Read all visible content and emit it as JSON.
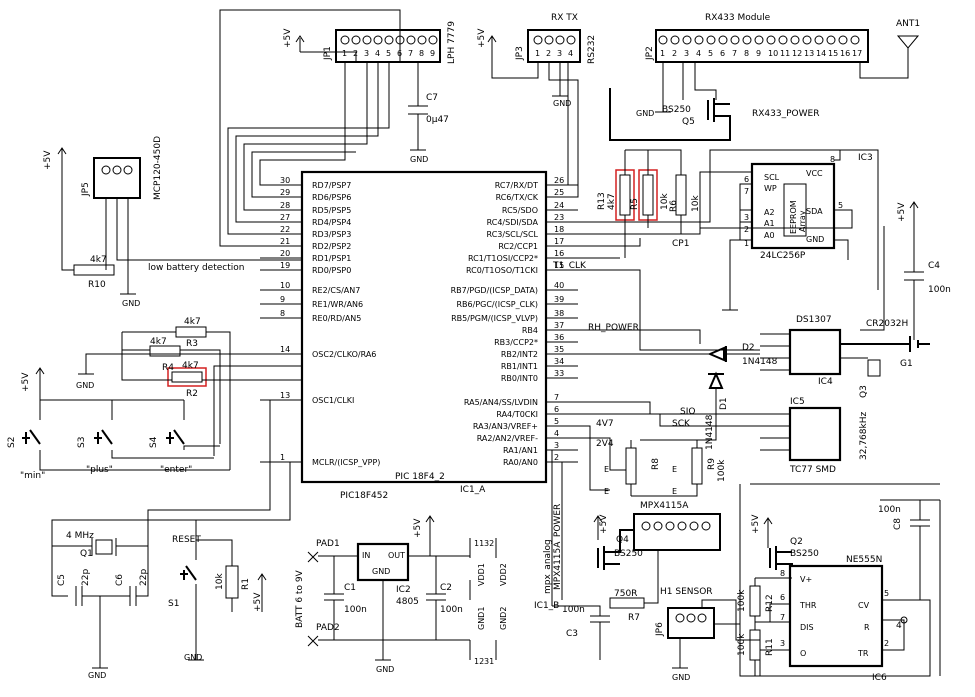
{
  "ic1": {
    "name": "IC1_A",
    "part": "PIC18F452",
    "part_inner": "PIC 18F4_2",
    "left_pins": [
      {
        "num": "30",
        "name": "RD7/PSP7"
      },
      {
        "num": "29",
        "name": "RD6/PSP6"
      },
      {
        "num": "28",
        "name": "RD5/PSP5"
      },
      {
        "num": "27",
        "name": "RD4/PSP4"
      },
      {
        "num": "22",
        "name": "RD3/PSP3"
      },
      {
        "num": "21",
        "name": "RD2/PSP2"
      },
      {
        "num": "20",
        "name": "RD1/PSP1"
      },
      {
        "num": "19",
        "name": "RD0/PSP0"
      },
      {
        "num": "10",
        "name": "RE2/CS/AN7"
      },
      {
        "num": "9",
        "name": "RE1/WR/AN6"
      },
      {
        "num": "8",
        "name": "RE0/RD/AN5"
      },
      {
        "num": "14",
        "name": "OSC2/CLKO/RA6"
      },
      {
        "num": "13",
        "name": "OSC1/CLKI"
      },
      {
        "num": "1",
        "name": "MCLR/(ICSP_VPP)"
      }
    ],
    "right_pins": [
      {
        "num": "26",
        "name": "RC7/RX/DT"
      },
      {
        "num": "25",
        "name": "RC6/TX/CK"
      },
      {
        "num": "24",
        "name": "RC5/SDO"
      },
      {
        "num": "23",
        "name": "RC4/SDI/SDA"
      },
      {
        "num": "18",
        "name": "RC3/SCL/SCL"
      },
      {
        "num": "17",
        "name": "RC2/CCP1"
      },
      {
        "num": "16",
        "name": "RC1/T1OSI/CCP2*"
      },
      {
        "num": "15",
        "name": "RC0/T1OSO/T1CKI"
      },
      {
        "num": "40",
        "name": "RB7/PGD/(ICSP_DATA)"
      },
      {
        "num": "39",
        "name": "RB6/PGC/(ICSP_CLK)"
      },
      {
        "num": "38",
        "name": "RB5/PGM/(ICSP_VLVP)"
      },
      {
        "num": "37",
        "name": "RB4"
      },
      {
        "num": "36",
        "name": "RB3/CCP2*"
      },
      {
        "num": "35",
        "name": "RB2/INT2"
      },
      {
        "num": "34",
        "name": "RB1/INT1"
      },
      {
        "num": "33",
        "name": "RB0/INT0"
      },
      {
        "num": "7",
        "name": "RA5/AN4/SS/LVDIN"
      },
      {
        "num": "6",
        "name": "RA4/T0CKI"
      },
      {
        "num": "5",
        "name": "RA3/AN3/VREF+"
      },
      {
        "num": "4",
        "name": "RA2/AN2/VREF-"
      },
      {
        "num": "3",
        "name": "RA1/AN1"
      },
      {
        "num": "2",
        "name": "RA0/AN0"
      }
    ]
  },
  "labels": {
    "jp1": "JP1",
    "jp1_part": "LPH 7779",
    "jp2": "JP2",
    "jp2_part": "RX433 Module",
    "jp3": "JP3",
    "jp3_part": "RS232",
    "rx_tx": "RX   TX",
    "jp5": "JP5",
    "jp5_part": "MCP120-450D",
    "jp6": "JP6",
    "sensor": "H1 SENSOR",
    "ant": "ANT1",
    "c7": "C7",
    "c7_val": "0μ47",
    "q5_part": "BS250",
    "q5": "Q5",
    "rx433_power": "RX433_POWER",
    "ic3": "IC3",
    "ic3_part": "24LC256P",
    "eeprom": "EEPROM",
    "array": "Array",
    "scl": "SCL",
    "wp": "WP",
    "a2": "A2",
    "a1": "A1",
    "a0": "A0",
    "vcc": "VCC",
    "sda": "SDA",
    "gnd": "GND",
    "r13": "R13",
    "r13_val": "4k7",
    "r5": "R5",
    "r5_val": "10k",
    "r6": "R6",
    "r6_val": "10k",
    "r10": "R10",
    "r10_val": "4k7",
    "low_batt": "low battery detection",
    "r3": "R3",
    "r3_val": "4k7",
    "r2": "R2",
    "r2_val": "4k7",
    "r4": "R4",
    "r4_val": "4k7",
    "cp1": "CP1",
    "t1_clk": "T1_CLK",
    "rh_power": "RH_POWER",
    "ds1307": "DS1307",
    "ic4": "IC4",
    "cr2032": "CR2032H",
    "g1": "G1",
    "q3": "Q3",
    "q3_val": "32,768kHz",
    "c4": "C4",
    "c4_val": "100n",
    "d2": "D2",
    "d2_part": "1N4148",
    "d1": "D1",
    "d1_part": "1N4148",
    "ic5": "IC5",
    "ic5_part": "TC77 SMD",
    "sio": "SIO",
    "sck": "SCK",
    "v47": "4V7",
    "v24": "2V4",
    "r8": "R8",
    "r9": "R9",
    "r9_val": "100k",
    "osc_q1": "Q1",
    "osc_val": "4 MHz",
    "c5": "C5",
    "c5_val": "22p",
    "c6": "C6",
    "c6_val": "22p",
    "reset": "RESET",
    "s1": "S1",
    "r1": "R1",
    "r1_val": "10k",
    "s2": "S2",
    "s2_lbl": "\"min\"",
    "s3": "S3",
    "s3_lbl": "\"plus\"",
    "s4": "S4",
    "s4_lbl": "\"enter\"",
    "pad1": "PAD1",
    "pad2": "PAD2",
    "batt": "BATT 6 to 9V",
    "c1": "C1",
    "c1_val": "100n",
    "ic2": "IC2",
    "ic2_part": "4805",
    "c2": "C2",
    "c2_val": "100n",
    "in": "IN",
    "out": "OUT",
    "vdd1": "VDD1",
    "vdd2": "VDD2",
    "gnd1": "GND1",
    "gnd2": "GND2",
    "mpx": "MPX4115A",
    "mpx_power": "MPX4115A_POWER",
    "mpx_analog": "mpx_analog",
    "q4": "Q4",
    "q4_part": "BS250",
    "r7": "R7",
    "r7_val": "750R",
    "c3": "C3",
    "c3_val": "100n",
    "ic1b": "IC1_B",
    "q2": "Q2",
    "q2_part": "BS250",
    "ic6_part": "NE555N",
    "ic6": "IC6",
    "r12": "R12",
    "r12_val": "100k",
    "r11": "R11",
    "r11_val": "100k",
    "c8": "C8",
    "c8_val": "100n",
    "vplus": "V+",
    "thr": "THR",
    "cv": "CV",
    "dis": "DIS",
    "r_pin": "R",
    "o_pin": "O",
    "tr": "TR",
    "plus5v": "+5V"
  }
}
